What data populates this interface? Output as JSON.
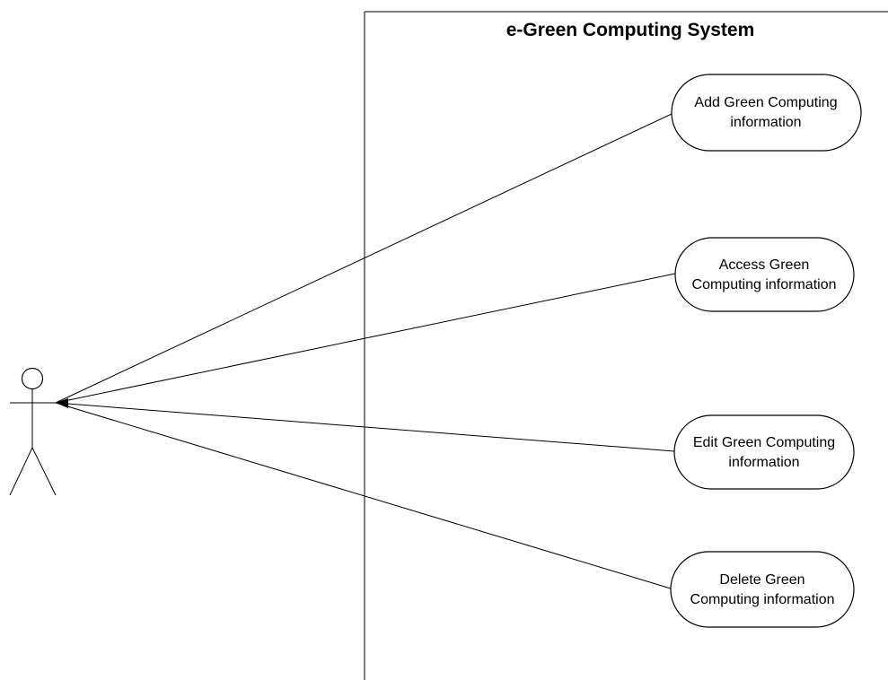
{
  "system": {
    "title": "e-Green Computing System"
  },
  "use_cases": [
    {
      "id": "add",
      "line1": "Add Green Computing",
      "line2": "information"
    },
    {
      "id": "access",
      "line1": "Access Green",
      "line2": "Computing information"
    },
    {
      "id": "edit",
      "line1": "Edit Green Computing",
      "line2": "information"
    },
    {
      "id": "delete",
      "line1": "Delete Green",
      "line2": "Computing information"
    }
  ]
}
